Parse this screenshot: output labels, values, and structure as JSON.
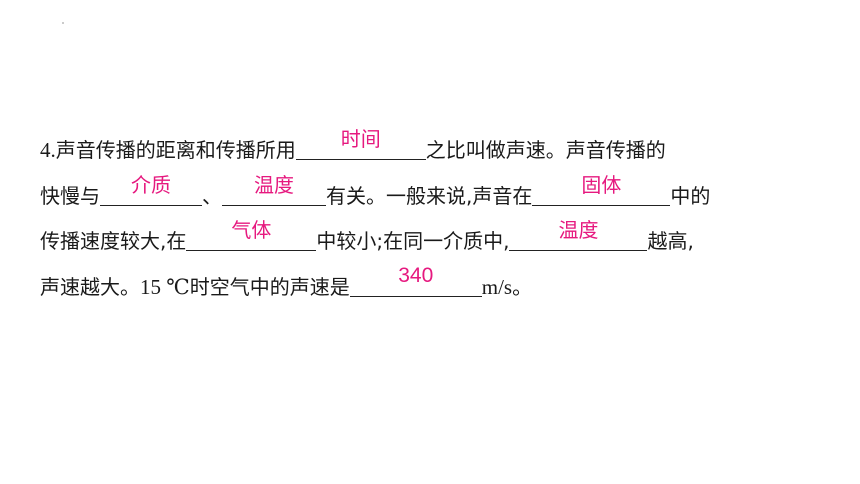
{
  "question": {
    "line1": {
      "prefix_num": "4.",
      "text_a": "声音传播的距离和传播所用",
      "answer1": "时间",
      "text_b": "之比叫做声速。声音传播的"
    },
    "line2": {
      "text_a": "快慢与",
      "answer2": "介质",
      "sep": "、",
      "answer3": "温度",
      "text_b": "有关。一般来说,声音在",
      "answer4": "固体",
      "text_c": "中的"
    },
    "line3": {
      "text_a": "传播速度较大,在",
      "answer5": "气体",
      "text_b": "中较小;在同一介质中,",
      "answer6": "温度",
      "text_c": "越高,"
    },
    "line4": {
      "text_a": "声速越大。",
      "temp_value": "15 ℃",
      "text_b": "时空气中的声速是",
      "answer7": "340",
      "unit": "m/s",
      "text_c": "。"
    }
  },
  "colors": {
    "answer": "#e6197f",
    "text": "#1a1a1a"
  }
}
